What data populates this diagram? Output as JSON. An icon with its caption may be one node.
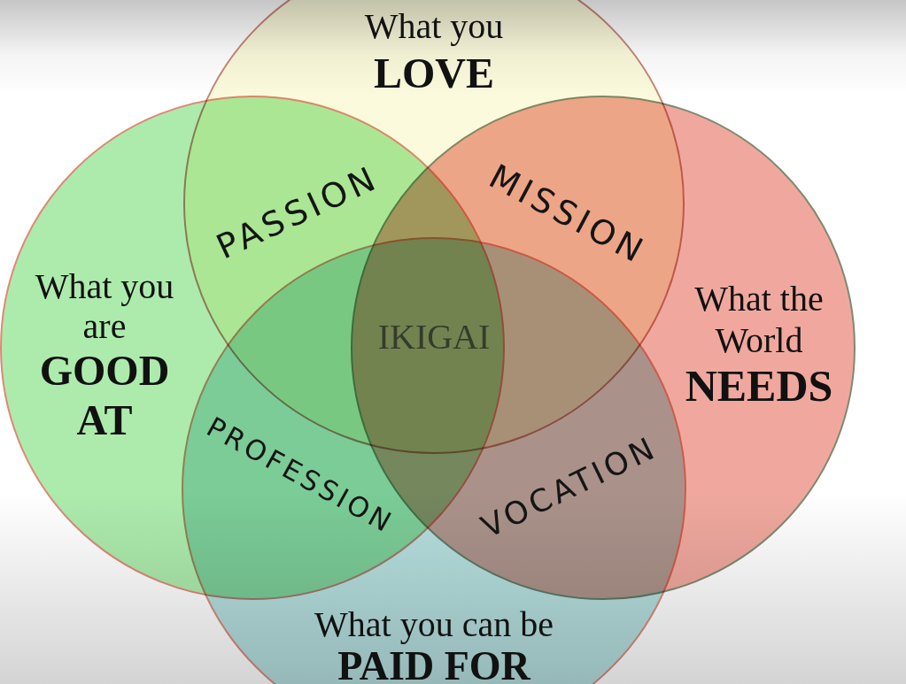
{
  "diagram": {
    "nodes": [
      {
        "text": [
          "What you",
          "LOVE"
        ]
      },
      {
        "text": [
          "What you are",
          "GOOD AT"
        ]
      },
      {
        "text": [
          "What the World",
          "NEEDS"
        ]
      },
      {
        "text": [
          "What you can be",
          "PAID FOR"
        ]
      }
    ],
    "labels": [
      "PASSION",
      "MISSION",
      "IKIGAI",
      "PROFESSION",
      "VOCATION"
    ]
  }
}
